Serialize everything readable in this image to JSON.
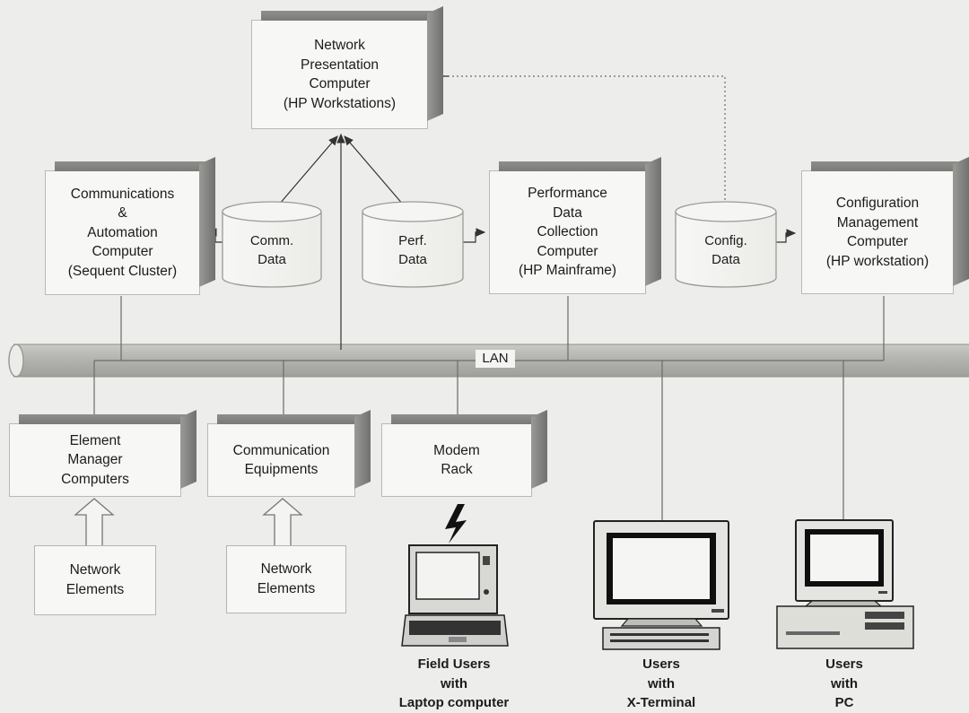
{
  "boxes": {
    "network_presentation": "Network\nPresentation\nComputer\n(HP Workstations)",
    "communications_automation": "Communications\n&\nAutomation\nComputer\n(Sequent Cluster)",
    "performance_collection": "Performance\nData\nCollection\nComputer\n(HP Mainframe)",
    "configuration_management": "Configuration\nManagement\nComputer\n(HP workstation)",
    "element_manager": "Element\nManager\nComputers",
    "communication_equipments": "Communication\nEquipments",
    "modem_rack": "Modem\nRack",
    "network_elements_1": "Network\nElements",
    "network_elements_2": "Network\nElements"
  },
  "databases": {
    "comm": "Comm.\nData",
    "perf": "Perf.\nData",
    "config": "Config.\nData"
  },
  "lan_label": "LAN",
  "terminals": {
    "laptop": "Field Users\nwith\nLaptop computer",
    "xterminal": "Users\nwith\nX-Terminal",
    "pc": "Users\nwith\nPC"
  },
  "icons": [
    "laptop-icon",
    "x-terminal-icon",
    "pc-icon",
    "lightning-icon"
  ],
  "colors": {
    "background": "#ededeb",
    "box_face": "#f7f7f5",
    "box_side": "#7a7a78",
    "line": "#555555"
  }
}
